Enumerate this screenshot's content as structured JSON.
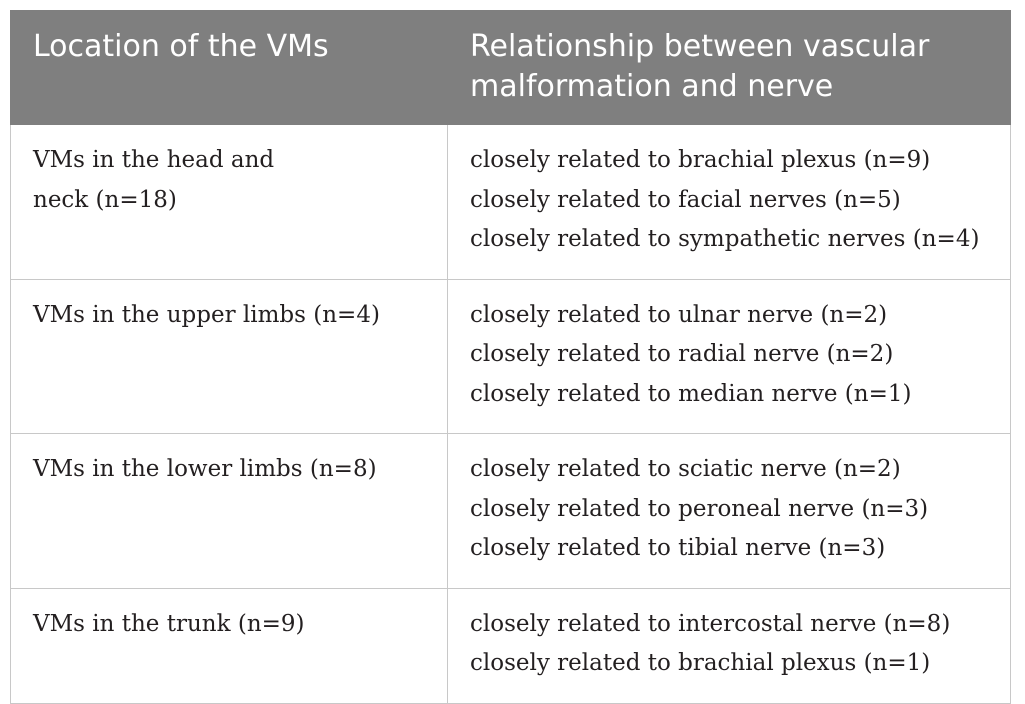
{
  "table": {
    "headers": [
      "Location of the VMs",
      "Relationship between vascular malformation and nerve"
    ],
    "rows": [
      {
        "location": "VMs in the head and neck (n=18)",
        "relationships": [
          "closely related to brachial plexus (n=9)",
          "closely related to facial nerves (n=5)",
          "closely related to sympathetic nerves (n=4)"
        ]
      },
      {
        "location": "VMs in the upper limbs (n=4)",
        "relationships": [
          "closely related to ulnar nerve (n=2)",
          "closely related to radial nerve (n=2)",
          "closely related to median nerve (n=1)"
        ]
      },
      {
        "location": "VMs in the lower limbs (n=8)",
        "relationships": [
          "closely related to sciatic nerve (n=2)",
          "closely related to peroneal nerve (n=3)",
          "closely related to tibial nerve (n=3)"
        ]
      },
      {
        "location": "VMs in the trunk (n=9)",
        "relationships": [
          "closely related to intercostal nerve (n=8)",
          "closely related to brachial plexus (n=1)"
        ]
      }
    ]
  }
}
